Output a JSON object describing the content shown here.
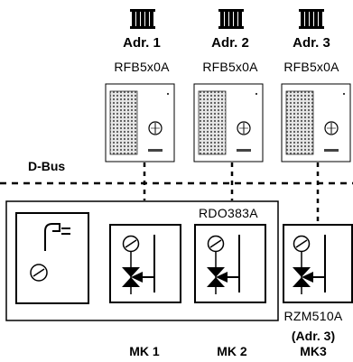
{
  "units": [
    {
      "address": "Adr. 1",
      "model": "RFB5x0A"
    },
    {
      "address": "Adr. 2",
      "model": "RFB5x0A"
    },
    {
      "address": "Adr. 3",
      "model": "RFB5x0A"
    }
  ],
  "bus_label": "D-Bus",
  "controller_label": "RDO383A",
  "extension": {
    "model": "RZM510A",
    "address": "(Adr. 3)"
  },
  "circuits": [
    "MK 1",
    "MK 2",
    "MK3"
  ],
  "colors": {
    "line": "#000000",
    "background": "#ffffff",
    "keypad": "#b8b8b8"
  }
}
